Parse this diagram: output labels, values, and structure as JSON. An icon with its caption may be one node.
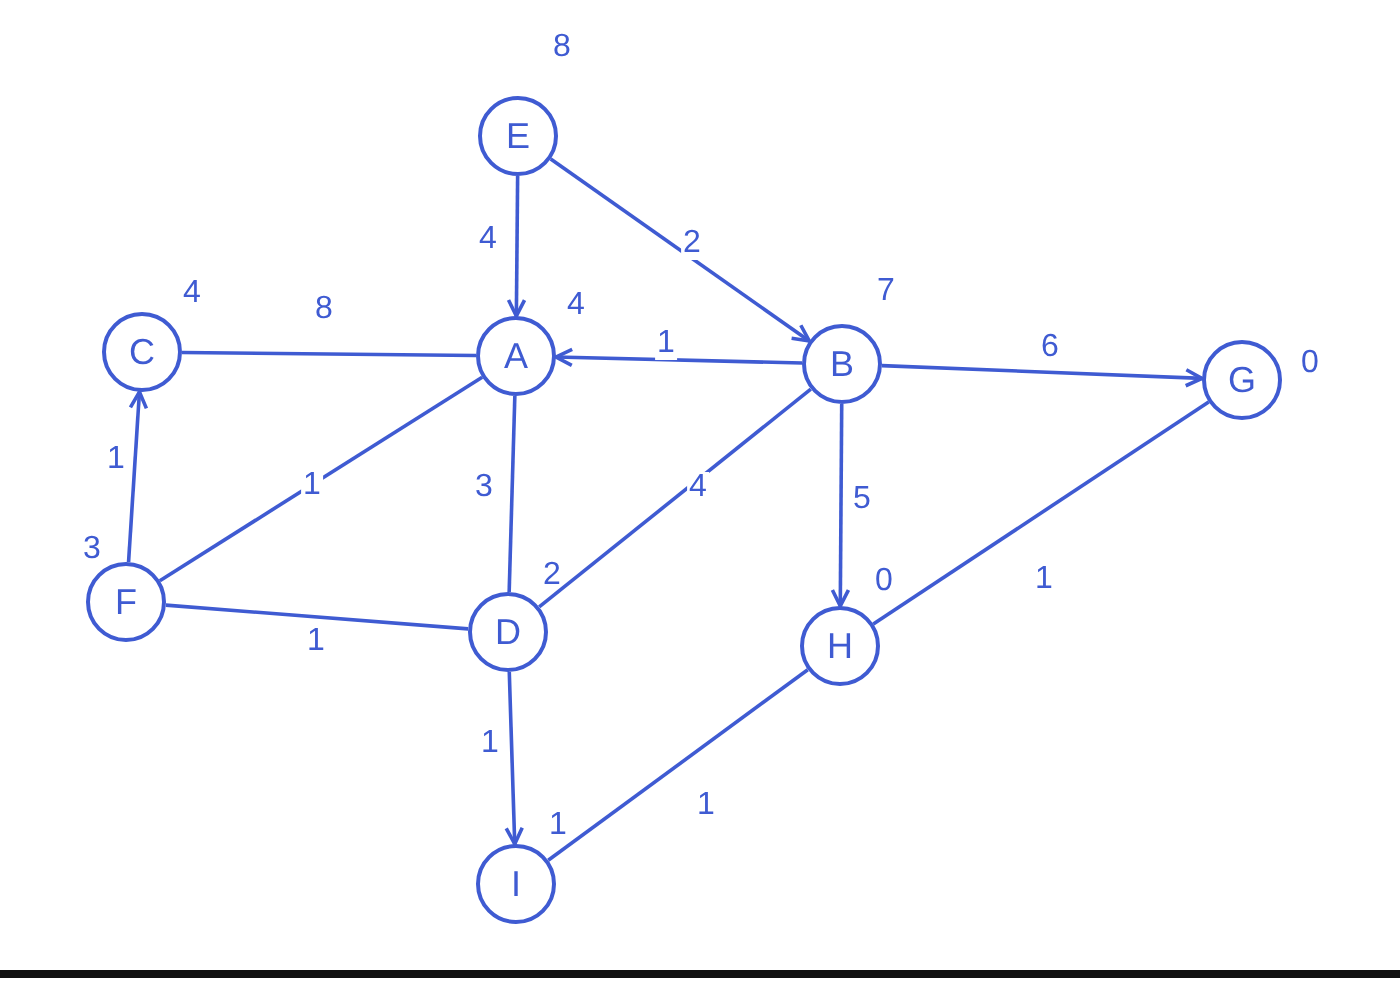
{
  "diagram": {
    "nodes": [
      {
        "text": [
          "E"
        ],
        "beside": [
          "8"
        ]
      },
      {
        "text": [
          "C"
        ],
        "beside": [
          "4"
        ]
      },
      {
        "text": [
          "A"
        ],
        "beside": [
          "4"
        ]
      },
      {
        "text": [
          "B"
        ],
        "beside": [
          "7"
        ]
      },
      {
        "text": [
          "G"
        ],
        "beside": [
          "0"
        ]
      },
      {
        "text": [
          "F"
        ],
        "beside": [
          "3"
        ]
      },
      {
        "text": [
          "D"
        ],
        "beside": [
          "2"
        ]
      },
      {
        "text": [
          "H"
        ],
        "beside": [
          "0"
        ]
      },
      {
        "text": [
          "I"
        ],
        "beside": [
          "1"
        ]
      }
    ],
    "edges": [
      {
        "from": 0,
        "to": 2,
        "arrow": "to",
        "label": "4"
      },
      {
        "from": 0,
        "to": 3,
        "arrow": "to",
        "label": "2"
      },
      {
        "from": 1,
        "to": 2,
        "arrow": "none",
        "label": "8"
      },
      {
        "from": 3,
        "to": 2,
        "arrow": "to",
        "label": "1"
      },
      {
        "from": 3,
        "to": 4,
        "arrow": "to",
        "label": "6"
      },
      {
        "from": 5,
        "to": 1,
        "arrow": "to",
        "label": "1"
      },
      {
        "from": 5,
        "to": 2,
        "arrow": "none",
        "label": "1"
      },
      {
        "from": 2,
        "to": 6,
        "arrow": "none",
        "label": "3"
      },
      {
        "from": 6,
        "to": 3,
        "arrow": "none",
        "label": "4"
      },
      {
        "from": 3,
        "to": 7,
        "arrow": "to",
        "label": "5"
      },
      {
        "from": 7,
        "to": 4,
        "arrow": "none",
        "label": "1"
      },
      {
        "from": 5,
        "to": 6,
        "arrow": "none",
        "label": "1"
      },
      {
        "from": 6,
        "to": 8,
        "arrow": "to",
        "label": "1"
      },
      {
        "from": 8,
        "to": 7,
        "arrow": "none",
        "label": "1"
      }
    ]
  }
}
